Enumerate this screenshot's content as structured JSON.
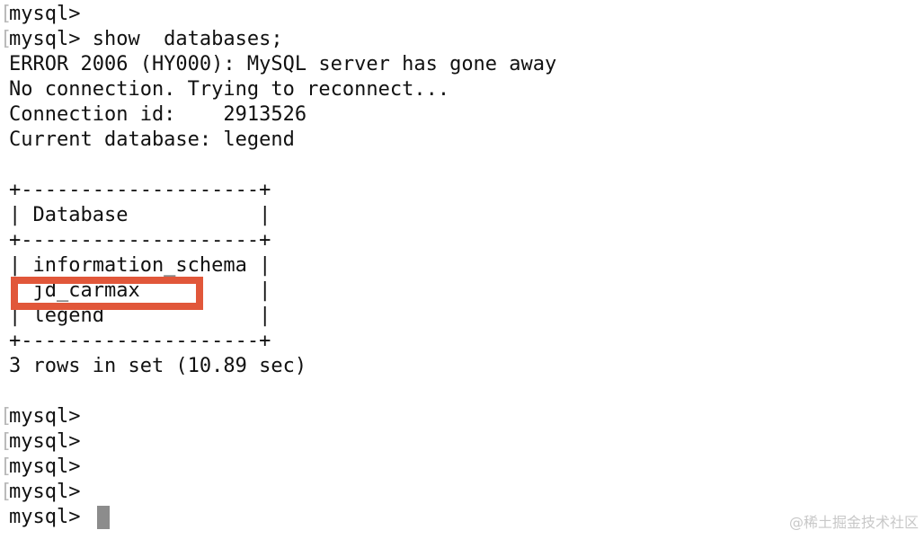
{
  "terminal": {
    "lines": [
      "mysql>",
      "mysql> show  databases;",
      "ERROR 2006 (HY000): MySQL server has gone away",
      "No connection. Trying to reconnect...",
      "Connection id:    2913526",
      "Current database: legend",
      "",
      "+--------------------+",
      "| Database           |",
      "+--------------------+",
      "| information_schema |",
      "| jd_carmax          |",
      "| legend             |",
      "+--------------------+",
      "3 rows in set (10.89 sec)",
      "",
      "mysql>",
      "mysql>",
      "mysql>",
      "mysql>",
      "mysql> "
    ],
    "bracket_glyph": "[",
    "highlight_color": "#e1573a",
    "cursor_color": "#8c8c8c"
  },
  "watermark": "@稀土掘金技术社区"
}
